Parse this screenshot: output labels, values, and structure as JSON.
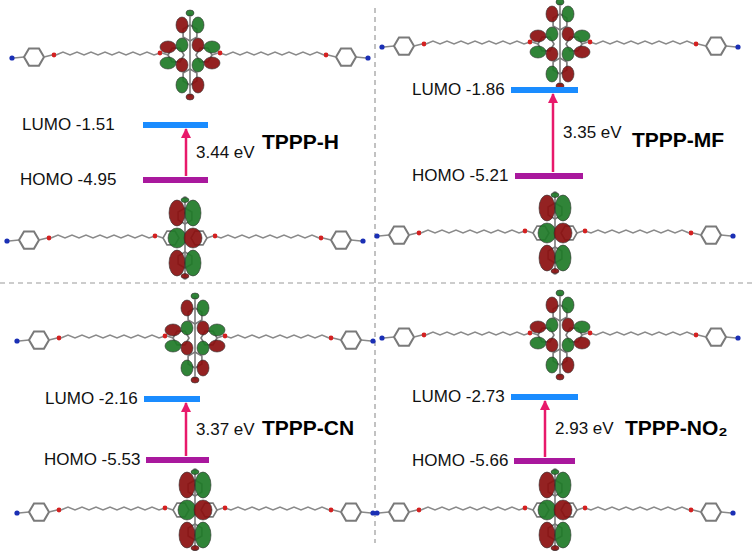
{
  "diagram": {
    "nodes": [
      {
        "text": [
          "LUMO -1.51"
        ]
      },
      {
        "text": [
          "HOMO -4.95"
        ]
      },
      {
        "text": [
          "LUMO -1.86"
        ]
      },
      {
        "text": [
          "HOMO -5.21"
        ]
      },
      {
        "text": [
          "LUMO -2.16"
        ]
      },
      {
        "text": [
          "HOMO -5.53"
        ]
      },
      {
        "text": [
          "LUMO -2.73"
        ]
      },
      {
        "text": [
          "HOMO -5.66"
        ]
      }
    ],
    "edges": [
      {
        "from": 1,
        "to": 0,
        "arrow": "to",
        "label": "3.44 eV"
      },
      {
        "from": 3,
        "to": 2,
        "arrow": "to",
        "label": "3.35 eV"
      },
      {
        "from": 5,
        "to": 4,
        "arrow": "to",
        "label": "3.37 eV"
      },
      {
        "from": 7,
        "to": 6,
        "arrow": "to",
        "label": "2.93 eV"
      }
    ],
    "labels": [
      "TPPP-H",
      "TPPP-MF",
      "TPPP-CN",
      "TPPP-NO₂"
    ]
  }
}
